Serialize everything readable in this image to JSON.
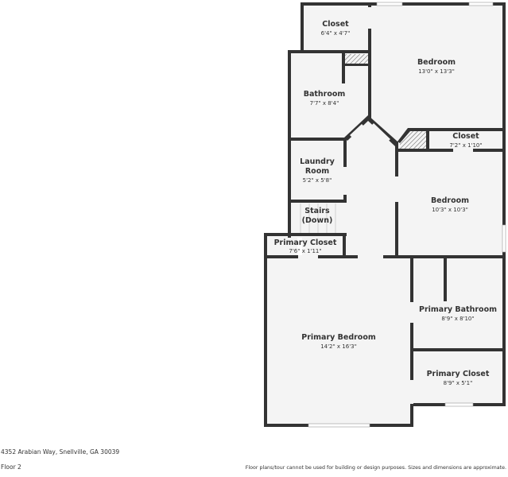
{
  "rooms": [
    {
      "name": "Closet",
      "dims": "6'4\" x 4'7\""
    },
    {
      "name": "Bedroom",
      "dims": "13'0\" x 13'3\""
    },
    {
      "name": "Bathroom",
      "dims": "7'7\" x 8'4\""
    },
    {
      "name": "Closet",
      "dims": "7'2\" x 1'10\""
    },
    {
      "name_line1": "Laundry",
      "name_line2": "Room",
      "dims": "5'2\" x 5'8\""
    },
    {
      "name": "Bedroom",
      "dims": "10'3\" x 10'3\""
    },
    {
      "name_line1": "Stairs",
      "name_line2": "(Down)"
    },
    {
      "name": "Primary Closet",
      "dims": "7'6\" x 1'11\""
    },
    {
      "name": "Primary Bathroom",
      "dims": "8'9\" x 8'10\""
    },
    {
      "name": "Primary Bedroom",
      "dims": "14'2\" x 16'3\""
    },
    {
      "name": "Primary Closet",
      "dims": "8'9\" x 5'1\""
    }
  ],
  "footer": {
    "address": "4352 Arabian Way, Snellville, GA 30039",
    "floor": "Floor 2",
    "disclaimer": "Floor plans/tour cannot be used for building or design purposes. Sizes and dimensions are approximate."
  },
  "colors": {
    "wall": "#333333",
    "floor": "#f4f4f4"
  }
}
